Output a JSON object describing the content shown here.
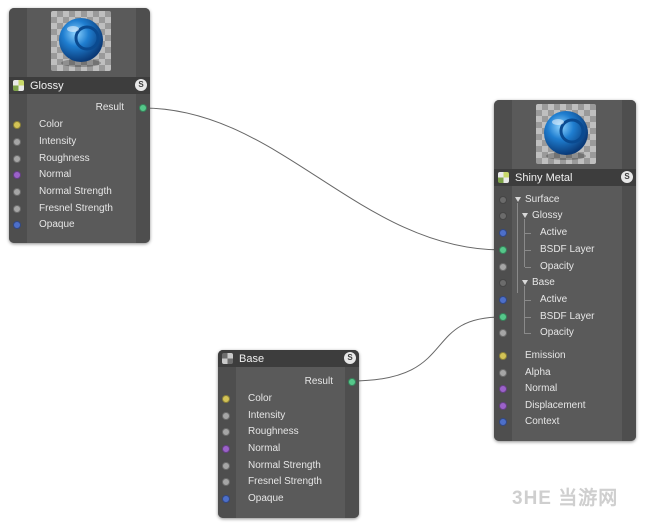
{
  "nodes": {
    "glossy": {
      "title": "Glossy",
      "output": "Result",
      "inputs": [
        "Color",
        "Intensity",
        "Roughness",
        "Normal",
        "Normal Strength",
        "Fresnel Strength",
        "Opaque"
      ]
    },
    "shiny_metal": {
      "title": "Shiny Metal",
      "surface": "Surface",
      "glossy": "Glossy",
      "glossy_items": [
        "Active",
        "BSDF Layer",
        "Opacity"
      ],
      "base": "Base",
      "base_items": [
        "Active",
        "BSDF Layer",
        "Opacity"
      ],
      "other_inputs": [
        "Emission",
        "Alpha",
        "Normal",
        "Displacement",
        "Context"
      ]
    },
    "base": {
      "title": "Base",
      "output": "Result",
      "inputs": [
        "Color",
        "Intensity",
        "Roughness",
        "Normal",
        "Normal Strength",
        "Fresnel Strength",
        "Opaque"
      ]
    }
  },
  "badge": "S",
  "watermark": "3HE 当游网",
  "colors": {
    "node_bg": "#5a5a5a",
    "header_bg": "#3d3d3d",
    "port_yellow": "#d3c356",
    "port_grey": "#a6a6a6",
    "port_purple": "#9b62c9",
    "port_blue": "#4d6fc9",
    "port_green": "#55c78a"
  }
}
